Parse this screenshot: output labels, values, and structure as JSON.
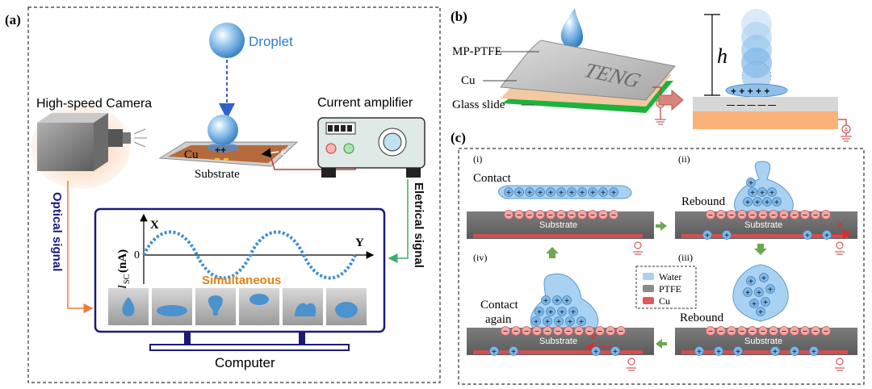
{
  "panel_a": {
    "label": "(a)",
    "droplet": "Droplet",
    "camera": "High-speed Camera",
    "amplifier": "Current amplifier",
    "cu": "Cu",
    "substrate": "Substrate",
    "electron": "e",
    "electron_sup": "-",
    "plus": "++",
    "optical_signal": "Optical signal",
    "electrical_signal": "Eletrical signal",
    "axis_x": "X",
    "axis_y": "Y",
    "axis_zero": "0",
    "ylabel_main": "I",
    "ylabel_sub": "SC",
    "ylabel_unit": " (nA)",
    "simultaneous": "Simultaneous",
    "computer": "Computer"
  },
  "panel_b": {
    "label": "(b)",
    "mp_ptfe": "MP-PTFE",
    "cu": "Cu",
    "glass": "Glass slide",
    "teng": "TENG",
    "h": "h",
    "plus": "+ + + + +",
    "minus": "— — — — —",
    "ammeter": "A"
  },
  "panel_c": {
    "label": "(c)",
    "i": "(i)",
    "ii": "(ii)",
    "iii": "(iii)",
    "iv": "(iv)",
    "contact": "Contact",
    "rebound": "Rebound",
    "rebound2": "Rebound",
    "contact_again_1": "Contact",
    "contact_again_2": "again",
    "substrate": "Substrate",
    "electron": "e",
    "electron_sup": "-",
    "legend": [
      {
        "label": "Water",
        "color": "#a9d2f2"
      },
      {
        "label": "PTFE",
        "color": "#8a8a8a"
      },
      {
        "label": "Cu",
        "color": "#e05a5a"
      }
    ]
  },
  "colors": {
    "droplet": "#5aa7e0",
    "wave": "#3c8fd6",
    "simultaneous": "#e0811a",
    "optical": "#f07a3a",
    "electrical": "#3fae6a",
    "panel_border": "#1a1a7a",
    "cu": "#e05a5a"
  }
}
